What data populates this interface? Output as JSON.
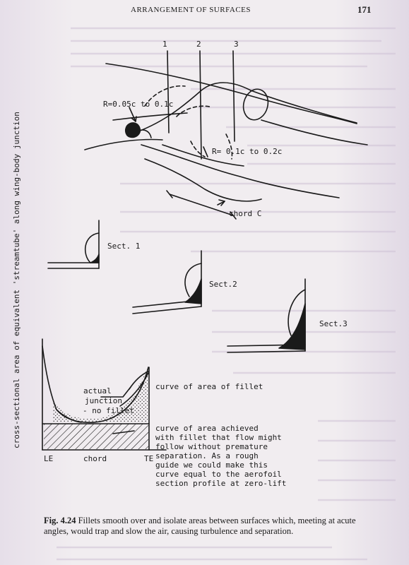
{
  "header": {
    "running_head": "ARRANGEMENT OF SURFACES",
    "page_number": "171"
  },
  "figure": {
    "section_lines": [
      "1",
      "2",
      "3"
    ],
    "radius_labels": {
      "small": "R=0.05c to 0.1c",
      "large": "R= 0.1c to 0.2c"
    },
    "chord_label": "chord C",
    "sections": [
      "Sect. 1",
      "Sect.2",
      "Sect.3"
    ],
    "graph": {
      "ylabel": "cross-sectional area of equivalent 'streamtube' along wing-body junction",
      "xlabels": {
        "le": "LE",
        "chord": "chord",
        "te": "TE"
      },
      "annotations": {
        "actual": [
          "actual",
          "junction",
          "- no fillet"
        ],
        "fillet_curve": "curve of area of fillet",
        "achieved": [
          "curve of area achieved",
          "with fillet that flow might",
          "follow without premature",
          "separation.  As a rough",
          "guide we could make this",
          "curve equal to the aerofoil",
          "section profile at zero-lift"
        ]
      }
    }
  },
  "caption": {
    "label": "Fig. 4.24",
    "text": "Fillets smooth over and isolate areas between surfaces which, meeting at acute angles, would trap and slow the air, causing turbulence and separation."
  }
}
